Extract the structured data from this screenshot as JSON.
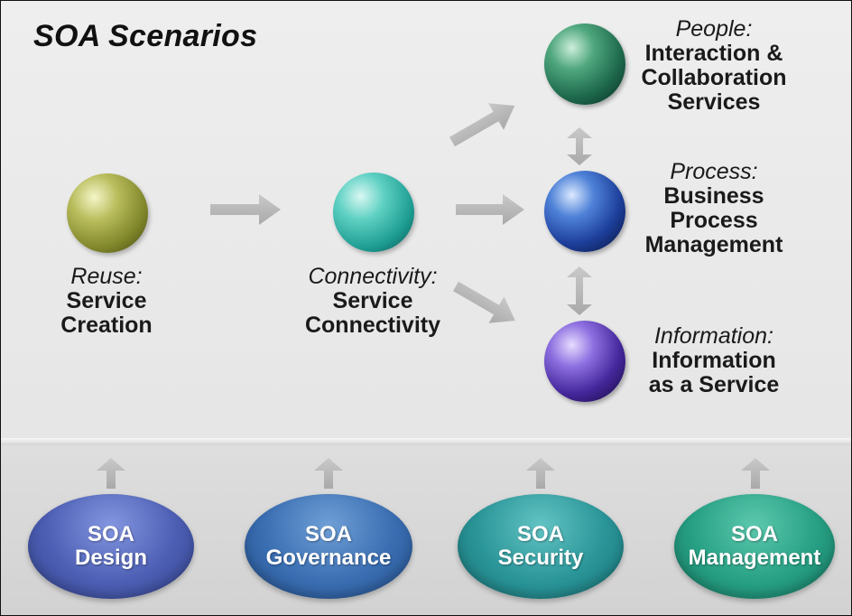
{
  "title": "SOA Scenarios",
  "scenarios": {
    "reuse": {
      "heading": "Reuse:",
      "lines": [
        "Service",
        "Creation"
      ]
    },
    "connectivity": {
      "heading": "Connectivity:",
      "lines": [
        "Service",
        "Connectivity"
      ]
    },
    "people": {
      "heading": "People:",
      "lines": [
        "Interaction &",
        "Collaboration",
        "Services"
      ]
    },
    "process": {
      "heading": "Process:",
      "lines": [
        "Business",
        "Process",
        "Management"
      ]
    },
    "information": {
      "heading": "Information:",
      "lines": [
        "Information",
        "as a Service"
      ]
    }
  },
  "foundations": [
    {
      "line1": "SOA",
      "line2": "Design"
    },
    {
      "line1": "SOA",
      "line2": "Governance"
    },
    {
      "line1": "SOA",
      "line2": "Security"
    },
    {
      "line1": "SOA",
      "line2": "Management"
    }
  ]
}
